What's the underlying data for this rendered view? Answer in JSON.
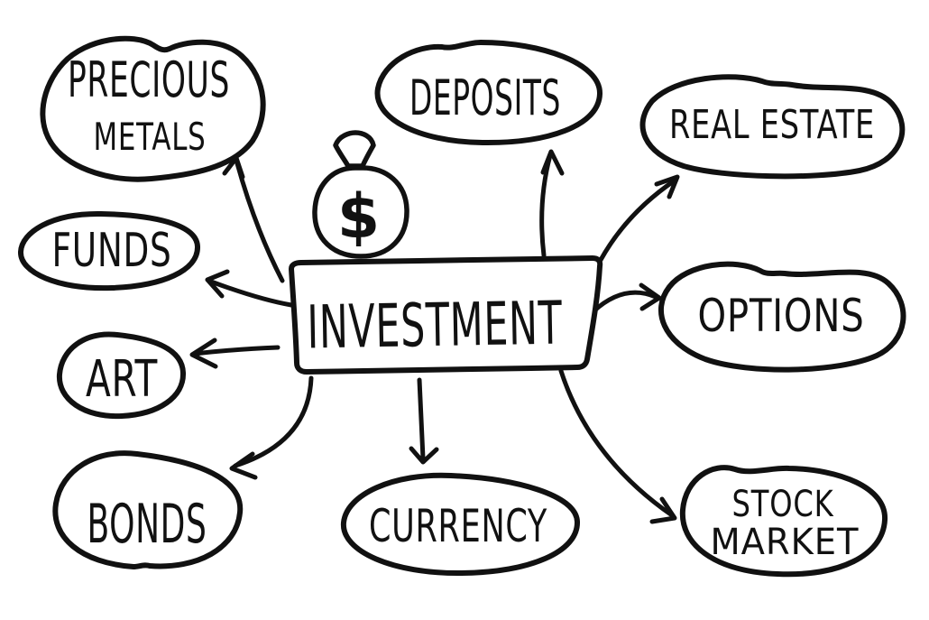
{
  "diagram": {
    "type": "mind-map",
    "style": "hand-drawn sketch, black ink on white",
    "colors": {
      "ink": "#111111",
      "background": "#ffffff"
    },
    "center_node": {
      "label": "INVESTMENT",
      "shape": "rectangle"
    },
    "money_bag": {
      "currency_symbol": "$"
    },
    "nodes": {
      "precious_metals": {
        "line1": "PRECIOUS",
        "line2": "METALS",
        "shape": "cloud"
      },
      "deposits": {
        "label": "DEPOSITS",
        "shape": "oval"
      },
      "real_estate": {
        "label": "REAL ESTATE",
        "shape": "oval"
      },
      "funds": {
        "label": "FUNDS",
        "shape": "oval"
      },
      "options": {
        "label": "OPTIONS",
        "shape": "cloud"
      },
      "art": {
        "label": "ART",
        "shape": "oval"
      },
      "bonds": {
        "label": "BONDS",
        "shape": "oval"
      },
      "currency": {
        "label": "CURRENCY",
        "shape": "oval"
      },
      "stock_market": {
        "line1": "STOCK",
        "line2": "MARKET",
        "shape": "oval"
      }
    },
    "edges": [
      {
        "from": "investment",
        "to": "precious_metals"
      },
      {
        "from": "investment",
        "to": "deposits"
      },
      {
        "from": "investment",
        "to": "real_estate"
      },
      {
        "from": "investment",
        "to": "funds"
      },
      {
        "from": "investment",
        "to": "options"
      },
      {
        "from": "investment",
        "to": "art"
      },
      {
        "from": "investment",
        "to": "bonds"
      },
      {
        "from": "investment",
        "to": "currency"
      },
      {
        "from": "investment",
        "to": "stock_market"
      }
    ]
  }
}
